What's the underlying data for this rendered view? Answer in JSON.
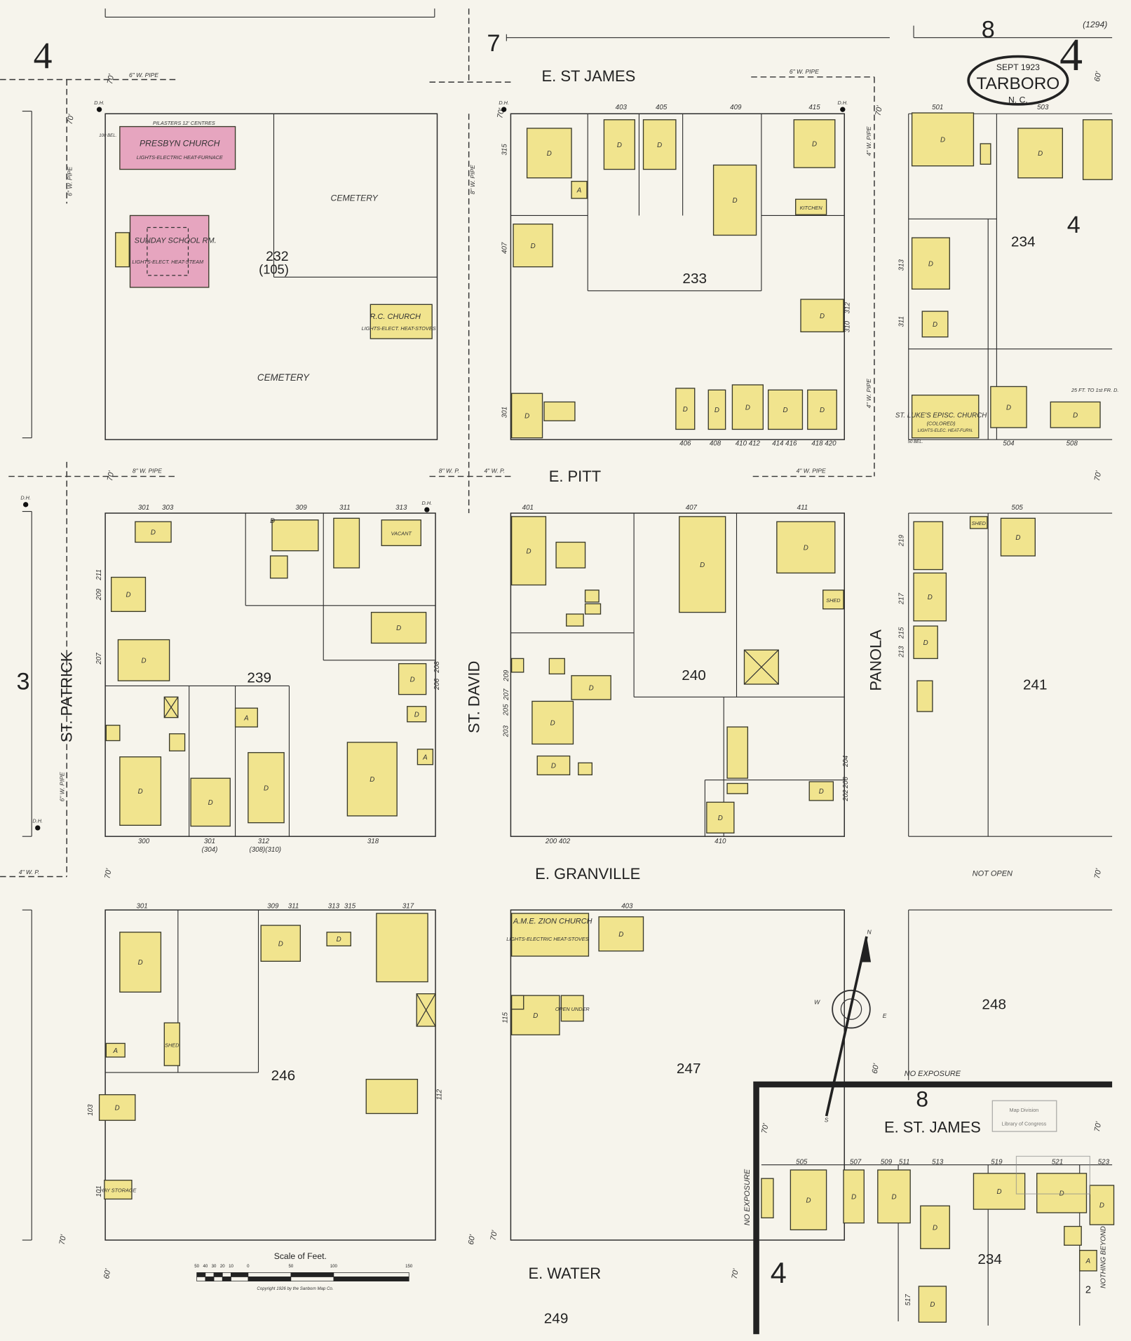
{
  "title": {
    "date": "SEPT 1923",
    "city": "TARBORO",
    "state": "N. C.",
    "sheet": "4",
    "sheet_top_left": "4",
    "reference": "(1294)"
  },
  "adjacent_sheets": {
    "top_middle": "7",
    "top_right": "8",
    "left": "3",
    "right_upper": "4",
    "inset_key": "8",
    "inset_sheet": "4",
    "inset_blue": "2"
  },
  "streets": {
    "st_james": "E. ST JAMES",
    "pitt": "E. PITT",
    "granville": "E. GRANVILLE",
    "water": "E. WATER",
    "st_patrick": "ST. PATRICK",
    "st_david": "ST. DAVID",
    "panola": "PANOLA",
    "inset_st_james": "E. ST. JAMES"
  },
  "blocks": {
    "b232": "232",
    "b232_old": "(105)",
    "b233": "233",
    "b234": "234",
    "b239": "239",
    "b240": "240",
    "b241": "241",
    "b246": "246",
    "b247": "247",
    "b248": "248",
    "inset_b234": "234",
    "b249": "249"
  },
  "landmarks": {
    "cemetery_1": "CEMETERY",
    "cemetery_2": "CEMETERY",
    "presbyn_church": "PRESBYN CHURCH",
    "presbyn_notes": "LIGHTS-ELECTRIC HEAT-FURNACE",
    "pilasters": "PILASTERS 12' CENTRES",
    "sunday_school": "SUNDAY SCHOOL RM.",
    "sunday_notes": "LIGHTS-ELECT. HEAT-STEAM",
    "rc_church": "R.C. CHURCH",
    "rc_notes": "LIGHTS-ELECT. HEAT-STOVES",
    "st_lukes": "ST. LUKE'S EPISC. CHURCH",
    "st_lukes_colored": "(COLORED)",
    "st_lukes_notes": "LIGHTS-ELEC. HEAT-FURN.",
    "ame_zion": "A.M.E. ZION CHURCH",
    "ame_notes": "LIGHTS-ELECTRIC HEAT-STOVES",
    "kitchen": "KITCHEN",
    "vacant": "VACANT",
    "hay_storage": "HAY STORAGE",
    "open_under": "OPEN UNDER",
    "not_open": "NOT OPEN",
    "no_exposure": "NO EXPOSURE",
    "nothing_beyond": "NOTHING BEYOND",
    "setback_note": "25 FT. TO 1st FR. D.",
    "bell_100": "100 BEL.",
    "bell_50": "50 BEL."
  },
  "building_labels": [
    "D",
    "A",
    "D",
    "D",
    "D",
    "D",
    "KITCHEN",
    "D",
    "D",
    "D",
    "",
    "D",
    "D",
    "D",
    "D",
    "D",
    "D",
    "",
    "D",
    "",
    "D",
    "D",
    "",
    "D",
    "D",
    "D",
    "",
    "D",
    "",
    "",
    "",
    "D",
    "D",
    "D",
    "D",
    "D",
    "",
    "",
    "D",
    "VACANT",
    "D",
    "D",
    "D",
    "A",
    "A",
    "D",
    "",
    "",
    "",
    "",
    "",
    "",
    "D",
    "D",
    "D",
    "",
    "D",
    "D",
    "SHED",
    "",
    "",
    "",
    "D",
    "D",
    "",
    "SHED",
    "D",
    "D",
    "D",
    "",
    "D",
    "SHED",
    "A",
    "D",
    "HAY STORAGE",
    "D",
    "D",
    "",
    "",
    "",
    "D",
    "D",
    "OPEN UNDER",
    "",
    "",
    "D",
    "D",
    "D",
    "D",
    "D",
    "D",
    "",
    "A",
    "D",
    "D"
  ],
  "addresses": [
    "403",
    "405",
    "409",
    "415",
    "315",
    "407",
    "310",
    "312",
    "301",
    "406",
    "408",
    "410 412",
    "414 416",
    "418 420",
    "501",
    "503",
    "313",
    "311",
    "504",
    "508",
    "301",
    "303",
    "309",
    "311",
    "313",
    "211",
    "209",
    "207",
    "208",
    "206",
    "300",
    "301",
    "(304)",
    "312",
    "(308)(310)",
    "318",
    "401",
    "407",
    "411",
    "209",
    "207",
    "205",
    "203",
    "200 402",
    "410",
    "204",
    "206",
    "202",
    "219",
    "217",
    "215",
    "213",
    "505",
    "301",
    "309",
    "311",
    "313",
    "315",
    "317",
    "103",
    "101",
    "112",
    "403",
    "115",
    "505",
    "507",
    "509",
    "511",
    "513",
    "519",
    "521",
    "523",
    "517"
  ],
  "street_widths": [
    "70'",
    "70'",
    "70'",
    "60'",
    "70'",
    "70'",
    "70'",
    "70'",
    "70'",
    "70'",
    "70'",
    "60'",
    "60'",
    "70'",
    "60'",
    "70'",
    "70'"
  ],
  "pipes": [
    "6\" W. PIPE",
    "6\" W. PIPE",
    "6\" W. PIPE",
    "8\" W. PIPE",
    "8\" W. PIPE",
    "4\" W. PIPE",
    "8\" W. P.",
    "4\" W. P.",
    "4\" W. PIPE",
    "4\" W. PIPE",
    "6\" W. PIPE",
    "4\" W. P."
  ],
  "hydrant_label": "D.H.",
  "scale": {
    "title": "Scale of Feet.",
    "ticks": [
      "50",
      "40",
      "30",
      "20",
      "10",
      "0",
      "50",
      "100",
      "150"
    ],
    "copyright": "Copyright 1926 by the Sanborn Map Co."
  },
  "stamp": {
    "line1": "Map Division",
    "line2": "Library of Congress"
  },
  "compass": {
    "n": "N",
    "e": "E",
    "s": "S",
    "w": "W"
  },
  "colors": {
    "paper": "#f6f4ec",
    "frame_dwelling": "#f1e48e",
    "brick_church": "#e6a5bf",
    "ink": "#2a2a2a",
    "sheet_blue": "#6fa8c8"
  }
}
